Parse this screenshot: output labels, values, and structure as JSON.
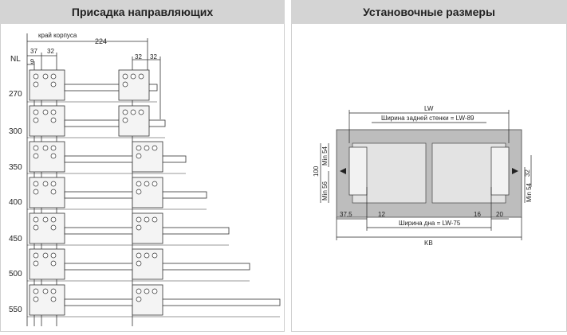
{
  "left_panel": {
    "title": "Присадка направляющих",
    "body_edge_label": "край корпуса",
    "dim_total": "224",
    "dim_37": "37",
    "dim_32a": "32",
    "dim_9": "9",
    "dim_32b": "32",
    "dim_32c": "32",
    "nl_label": "NL",
    "lengths": [
      "270",
      "300",
      "350",
      "400",
      "450",
      "500",
      "550"
    ]
  },
  "right_panel": {
    "title": "Установочные размеры",
    "lw": "LW",
    "back_wall_width": "Ширина задней стенки = LW-89",
    "bottom_width": "Ширина дна = LW-75",
    "kb": "KB",
    "dim_100": "100",
    "min54": "Min 54",
    "min56": "Min 56",
    "min54_right": "Min 54",
    "dim_32": "32",
    "dim_37_5": "37,5",
    "dim_12": "12",
    "dim_16": "16",
    "dim_20": "20"
  },
  "colors": {
    "header_bg": "#d4d4d4",
    "panel_fill": "#bdbdbd",
    "drawer_fill": "#e3e3e3",
    "line": "#333333"
  }
}
